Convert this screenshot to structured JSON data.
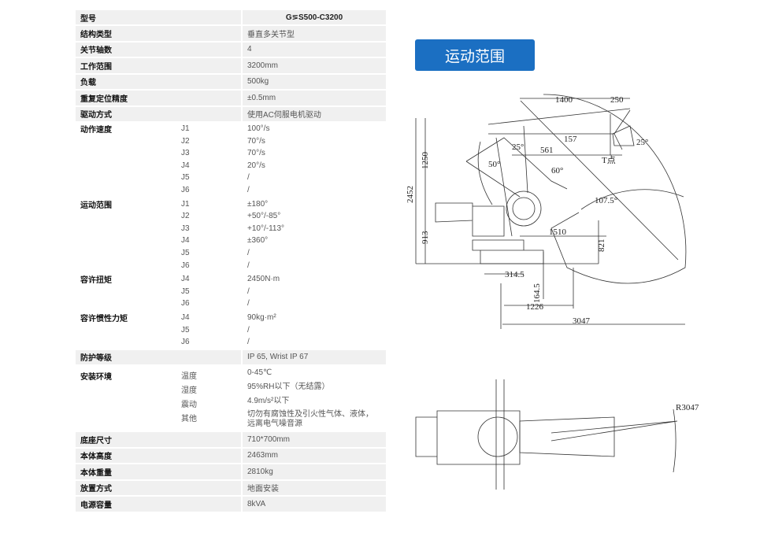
{
  "section_title": "运动范围",
  "model": {
    "label": "型号",
    "value": "G⋝S500-C3200"
  },
  "rows": [
    {
      "label": "结构类型",
      "value": "垂直多关节型"
    },
    {
      "label": "关节轴数",
      "value": "4"
    },
    {
      "label": "工作范围",
      "value": "3200mm"
    },
    {
      "label": "负载",
      "value": "500kg"
    },
    {
      "label": "重复定位精度",
      "value": "±0.5mm"
    },
    {
      "label": "驱动方式",
      "value": "使用AC伺服电机驱动"
    },
    {
      "label": "动作速度",
      "sub": [
        "J1",
        "J2",
        "J3",
        "J4",
        "J5",
        "J6"
      ],
      "values": [
        "100°/s",
        "70°/s",
        "70°/s",
        "20°/s",
        "/",
        "/"
      ]
    },
    {
      "label": "运动范围",
      "sub": [
        "J1",
        "J2",
        "J3",
        "J4",
        "J5",
        "J6"
      ],
      "values": [
        "±180°",
        "+50°/-85°",
        "+10°/-113°",
        "±360°",
        "/",
        "/"
      ]
    },
    {
      "label": "容许扭矩",
      "sub": [
        "J4",
        "J5",
        "J6"
      ],
      "values": [
        "2450N·m",
        "/",
        "/"
      ]
    },
    {
      "label": "容许惯性力矩",
      "sub": [
        "J4",
        "J5",
        "J6"
      ],
      "values": [
        "90kg·m²",
        "/",
        "/"
      ]
    },
    {
      "label": "防护等级",
      "value": "IP 65, Wrist IP 67"
    },
    {
      "label": "安装环境",
      "env": true,
      "sub": [
        "温度",
        "湿度",
        "震动",
        "其他"
      ],
      "values": [
        "0-45℃",
        "95%RH以下（无结露）",
        "4.9m/s²以下",
        [
          "切勿有腐蚀性及引火性气体、液体，",
          "远离电气噪音源"
        ]
      ]
    },
    {
      "label": "底座尺寸",
      "value": "710*700mm"
    },
    {
      "label": "本体高度",
      "value": "2463mm"
    },
    {
      "label": "本体重量",
      "value": "2810kg"
    },
    {
      "label": "放置方式",
      "value": "地面安装"
    },
    {
      "label": "电源容量",
      "value": "8kVA"
    }
  ],
  "diagram": {
    "side": {
      "d1400": "1400",
      "d250": "250",
      "a25a": "25°",
      "a25b": "25°",
      "d157": "157",
      "d561": "561",
      "a50": "50°",
      "a60": "60°",
      "d1250": "1250",
      "d2452": "2452",
      "a1075": "107.5°",
      "d1510": "1510",
      "d913": "913",
      "d821": "821",
      "d3145": "314.5",
      "d1645": "164.5",
      "d1226": "1226",
      "d3047": "3047",
      "tpoint": "T点"
    },
    "top": {
      "r3047": "R3047"
    }
  }
}
